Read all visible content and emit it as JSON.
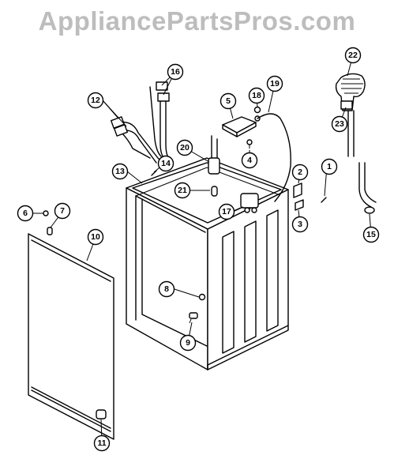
{
  "watermark": "AppliancePartsPros.com",
  "callouts": [
    "1",
    "2",
    "3",
    "4",
    "5",
    "6",
    "7",
    "8",
    "9",
    "10",
    "11",
    "12",
    "13",
    "14",
    "15",
    "16",
    "17",
    "18",
    "19",
    "20",
    "21",
    "22",
    "23"
  ]
}
